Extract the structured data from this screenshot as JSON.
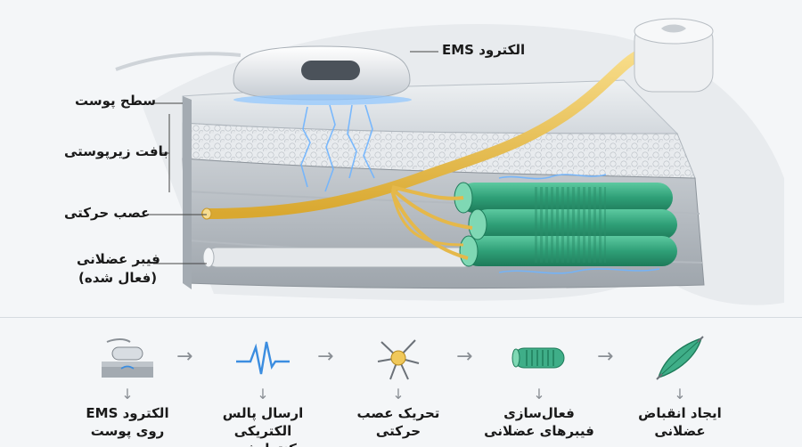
{
  "labels": {
    "ems_electrode": "الکترود EMS",
    "skin_surface": "سطح پوست",
    "subcutaneous": "بافت زیرپوستی",
    "motor_nerve": "عصب حرکتی",
    "muscle_fiber_line1": "فیبر عضلانی",
    "muscle_fiber_line2": "(فعال شده)"
  },
  "steps": [
    {
      "icon": "electrode-on-skin-icon",
      "line1": "الکترود EMS",
      "line2": "روی پوست"
    },
    {
      "icon": "electric-pulse-icon",
      "line1": "ارسال پالس الکتریکی",
      "line2": "کنترل‌شده"
    },
    {
      "icon": "neuron-icon",
      "line1": "تحریک عصب",
      "line2": "حرکتی"
    },
    {
      "icon": "muscle-fiber-icon",
      "line1": "فعال‌سازی",
      "line2": "فیبرهای عضلانی"
    },
    {
      "icon": "muscle-contraction-icon",
      "line1": "ایجاد انقباض",
      "line2": "عضلانی"
    }
  ],
  "colors": {
    "nerve": "#f0c85a",
    "muscle": "#3fae88",
    "spark": "#6fb4ff",
    "skin": "#dfe3e7"
  }
}
